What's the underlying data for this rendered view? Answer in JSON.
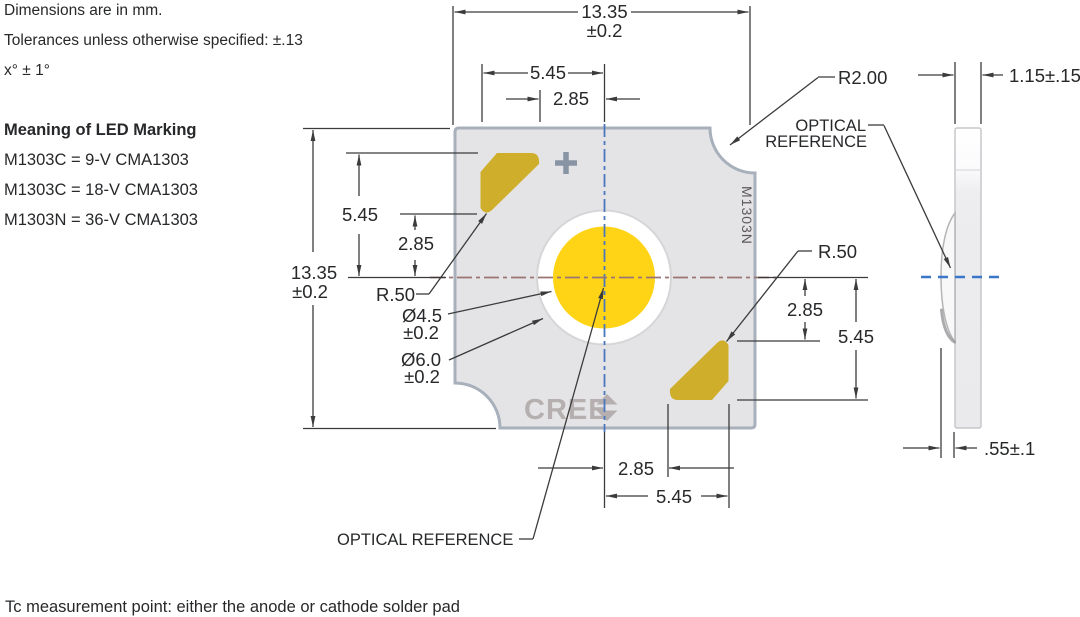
{
  "notes": {
    "units": "Dimensions are in mm.",
    "tolerance": "Tolerances unless otherwise specified: ±.13",
    "angle_tolerance": "x° ± 1°"
  },
  "legend": {
    "title": "Meaning of LED Marking",
    "entries": [
      "M1303C = 9-V CMA1303",
      "M1303C = 18-V CMA1303",
      "M1303N = 36-V CMA1303"
    ]
  },
  "front_view": {
    "marking": "M1303N",
    "brand": "CREE",
    "polarity_mark": "+"
  },
  "dimensions": {
    "top_width": {
      "value": "13.35",
      "tol": "±0.2"
    },
    "top_pad_span": "5.45",
    "top_pad_inner": "2.85",
    "left_height": {
      "value": "13.35",
      "tol": "±0.2"
    },
    "left_pad_span": "5.45",
    "left_pad_inner": "2.85",
    "pad_corner_radius_left": "R.50",
    "phosphor_diameter": {
      "value": "Ø4.5",
      "tol": "±0.2"
    },
    "lens_diameter": {
      "value": "Ø6.0",
      "tol": "±0.2"
    },
    "corner_notch_radius": "R2.00",
    "pad_corner_radius_right": "R.50",
    "right_pad_inner": "2.85",
    "right_pad_span": "5.45",
    "bottom_pad_inner": "2.85",
    "bottom_pad_span": "5.45",
    "side_thickness": "1.15±.15",
    "lens_height": ".55±.1"
  },
  "labels": {
    "optical_reference_line1": "OPTICAL",
    "optical_reference_line2": "REFERENCE",
    "optical_reference_bottom": "OPTICAL REFERENCE"
  },
  "footer": {
    "tc_note": "Tc measurement point: either the anode or cathode solder pad"
  },
  "colors": {
    "package_fill": "#e4e4e6",
    "package_border": "#a7b0bb",
    "pad_gold": "#cfae2b",
    "phosphor_yellow": "#ffd416",
    "centerline_red": "#9b7474",
    "centerline_blue": "#4a77bd",
    "brand_gray": "#b6afaf",
    "marking_gray": "#5d575b"
  }
}
